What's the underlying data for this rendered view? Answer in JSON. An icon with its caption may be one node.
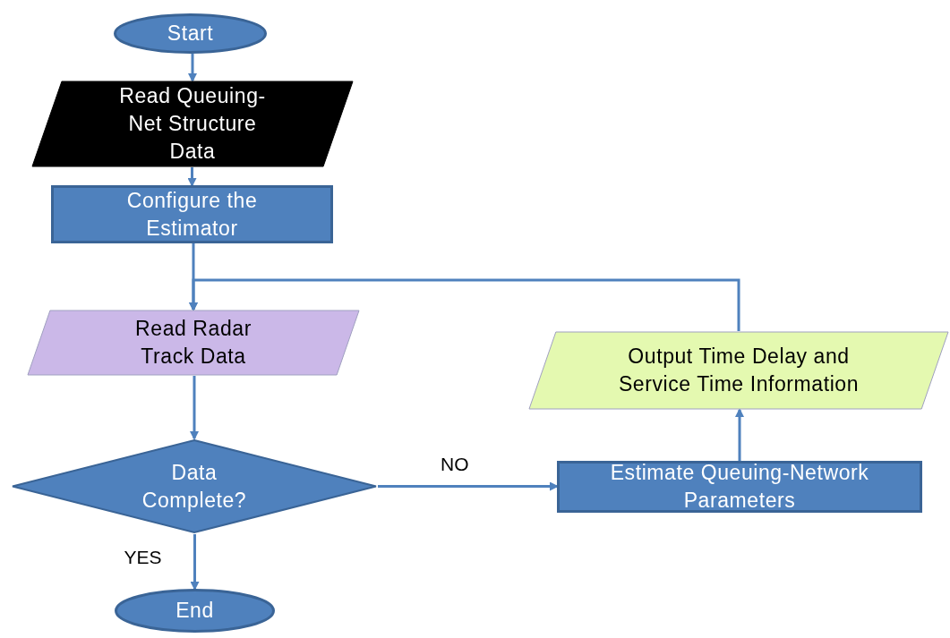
{
  "diagram": {
    "nodes": [
      {
        "text": [
          "Start"
        ]
      },
      {
        "text": [
          "Read Queuing-Net Structure Data"
        ]
      },
      {
        "text": [
          "Configure the Estimator"
        ]
      },
      {
        "text": [
          "Read Radar Track Data"
        ]
      },
      {
        "text": [
          "Data Complete?"
        ]
      },
      {
        "text": [
          "End"
        ]
      },
      {
        "text": [
          "Estimate Queuing-Network Parameters"
        ]
      },
      {
        "text": [
          "Output Time Delay and Service Time Information"
        ]
      }
    ],
    "edges": [
      {
        "from": 0,
        "to": 1,
        "arrow": "to"
      },
      {
        "from": 1,
        "to": 2,
        "arrow": "to"
      },
      {
        "from": 2,
        "to": 3,
        "arrow": "to"
      },
      {
        "from": 3,
        "to": 4,
        "arrow": "to"
      },
      {
        "from": 4,
        "to": 5,
        "arrow": "to",
        "label": "YES"
      },
      {
        "from": 4,
        "to": 6,
        "arrow": "to",
        "label": "NO"
      },
      {
        "from": 6,
        "to": 7,
        "arrow": "to"
      },
      {
        "from": 7,
        "to": 3,
        "arrow": "to"
      }
    ]
  }
}
